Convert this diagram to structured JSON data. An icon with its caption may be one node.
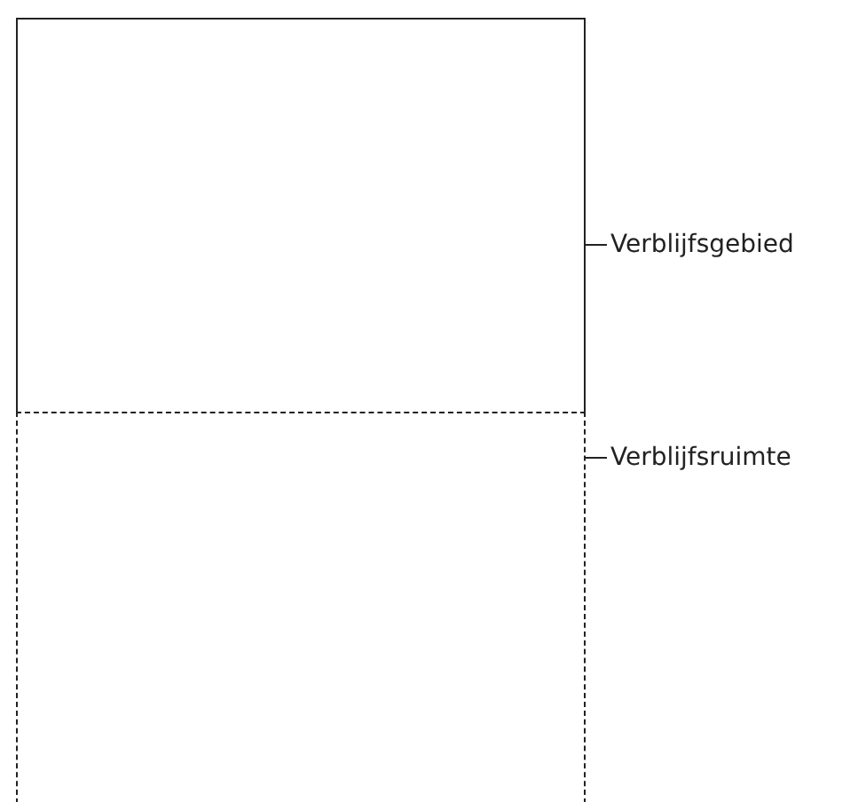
{
  "diagram": {
    "nodes": [
      {
        "text": [],
        "shape": "box"
      },
      {
        "text": [],
        "shape": "box",
        "in": 0
      },
      {
        "text": [
          "Verblijfsgebied"
        ]
      },
      {
        "text": [
          "Verblijfsruimte"
        ]
      }
    ],
    "edges": [
      {
        "from": 2,
        "to": 0,
        "arrow": "none"
      },
      {
        "from": 3,
        "to": 1,
        "arrow": "none"
      }
    ]
  }
}
